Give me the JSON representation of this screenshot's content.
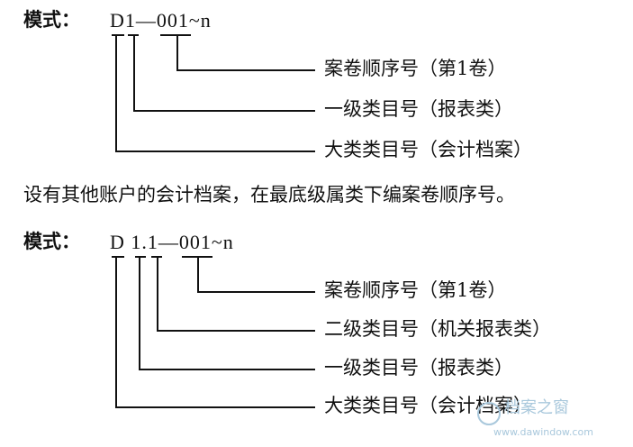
{
  "diagram1": {
    "label": "模式：",
    "code": "D1—001~n",
    "rows": [
      "案卷顺序号（第1卷）",
      "一级类目号（报表类）",
      "大类类目号（会计档案）"
    ]
  },
  "paragraph": "设有其他账户的会计档案，在最底级属类下编案卷顺序号。",
  "diagram2": {
    "label": "模式：",
    "code": "D 1.1—001~n",
    "rows": [
      "案卷顺序号（第1卷）",
      "二级类目号（机关报表类）",
      "一级类目号（报表类）",
      "大类类目号（会计档案）"
    ]
  },
  "watermark": {
    "brand": "档案之窗",
    "url": "www.dawindow.com"
  }
}
